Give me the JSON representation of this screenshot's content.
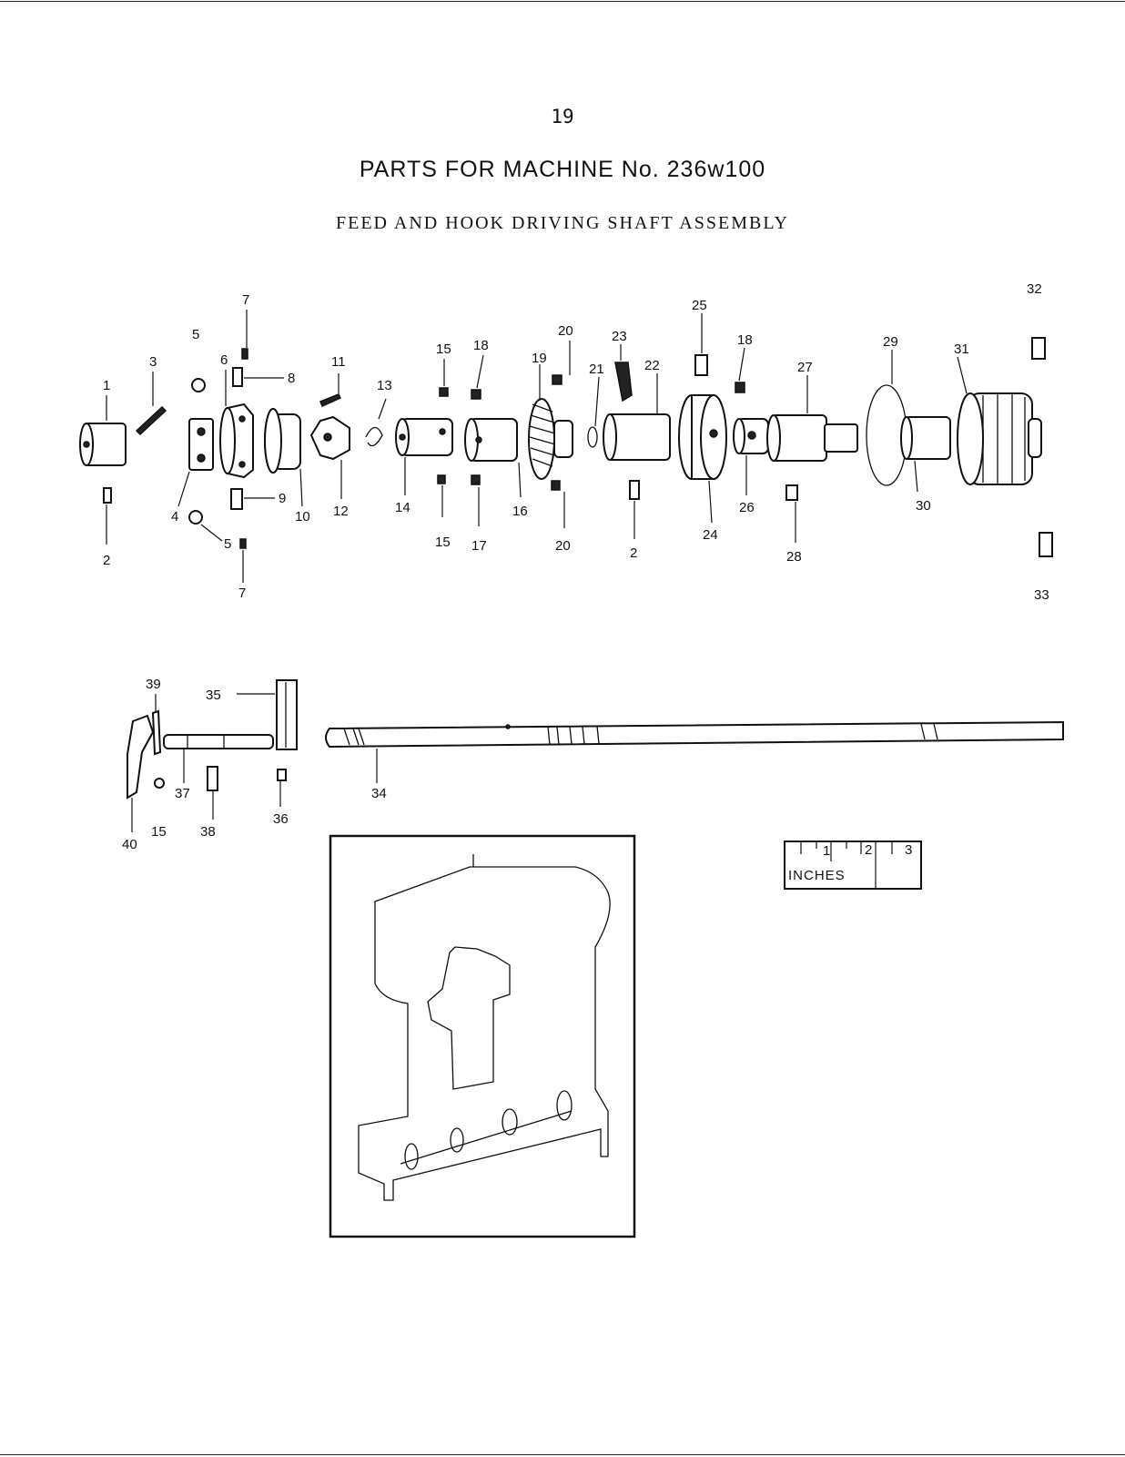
{
  "header": {
    "page_number": "19",
    "title": "PARTS FOR MACHINE No. 236w100",
    "subtitle": "FEED AND HOOK DRIVING SHAFT ASSEMBLY"
  },
  "parts": [
    {
      "id": "p1",
      "n": "1"
    },
    {
      "id": "p2a",
      "n": "2"
    },
    {
      "id": "p3",
      "n": "3"
    },
    {
      "id": "p4",
      "n": "4"
    },
    {
      "id": "p5a",
      "n": "5"
    },
    {
      "id": "p5b",
      "n": "5"
    },
    {
      "id": "p6",
      "n": "6"
    },
    {
      "id": "p7a",
      "n": "7"
    },
    {
      "id": "p7b",
      "n": "7"
    },
    {
      "id": "p8",
      "n": "8"
    },
    {
      "id": "p9",
      "n": "9"
    },
    {
      "id": "p10",
      "n": "10"
    },
    {
      "id": "p11",
      "n": "11"
    },
    {
      "id": "p12",
      "n": "12"
    },
    {
      "id": "p13",
      "n": "13"
    },
    {
      "id": "p14",
      "n": "14"
    },
    {
      "id": "p15a",
      "n": "15"
    },
    {
      "id": "p15b",
      "n": "15"
    },
    {
      "id": "p16",
      "n": "16"
    },
    {
      "id": "p17",
      "n": "17"
    },
    {
      "id": "p18a",
      "n": "18"
    },
    {
      "id": "p19",
      "n": "19"
    },
    {
      "id": "p20a",
      "n": "20"
    },
    {
      "id": "p20b",
      "n": "20"
    },
    {
      "id": "p21",
      "n": "21"
    },
    {
      "id": "p22",
      "n": "22"
    },
    {
      "id": "p23",
      "n": "23"
    },
    {
      "id": "p2b",
      "n": "2"
    },
    {
      "id": "p24",
      "n": "24"
    },
    {
      "id": "p25",
      "n": "25"
    },
    {
      "id": "p18b",
      "n": "18"
    },
    {
      "id": "p26",
      "n": "26"
    },
    {
      "id": "p27",
      "n": "27"
    },
    {
      "id": "p28",
      "n": "28"
    },
    {
      "id": "p29",
      "n": "29"
    },
    {
      "id": "p30",
      "n": "30"
    },
    {
      "id": "p31",
      "n": "31"
    },
    {
      "id": "p32",
      "n": "32"
    },
    {
      "id": "p33",
      "n": "33"
    },
    {
      "id": "p34",
      "n": "34"
    },
    {
      "id": "p35",
      "n": "35"
    },
    {
      "id": "p36",
      "n": "36"
    },
    {
      "id": "p37",
      "n": "37"
    },
    {
      "id": "p38",
      "n": "38"
    },
    {
      "id": "p39",
      "n": "39"
    },
    {
      "id": "p40",
      "n": "40"
    },
    {
      "id": "p15c",
      "n": "15"
    }
  ],
  "scale": {
    "tick_1": "1",
    "tick_2": "2",
    "tick_3": "3",
    "unit": "INCHES"
  }
}
